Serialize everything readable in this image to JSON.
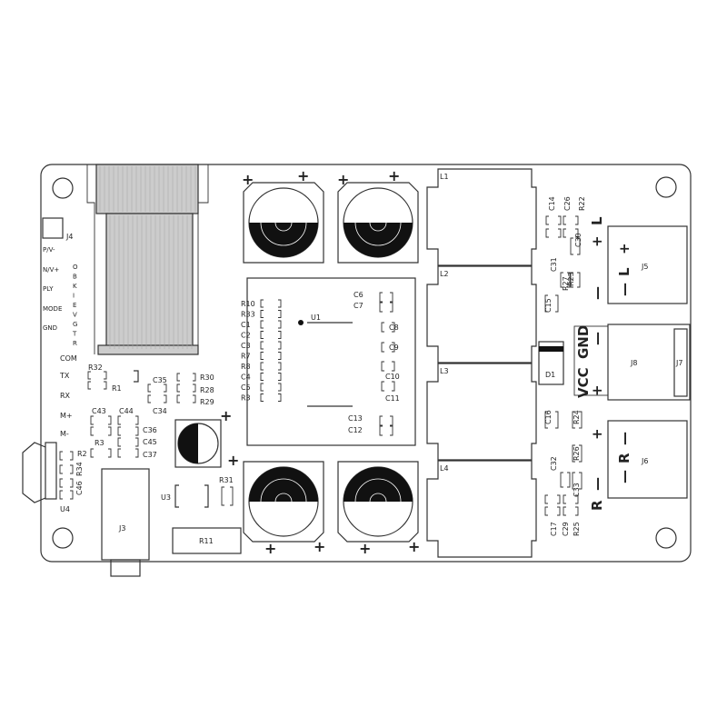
{
  "board": {
    "connectors": {
      "j4": "J4",
      "j3": "J3",
      "j5": "J5",
      "j6": "J6",
      "j7": "J7",
      "j8": "J8",
      "u4": "U4",
      "u3": "U3"
    },
    "j4_pins": [
      "P/V-",
      "N/V+",
      "PLY",
      "MODE",
      "GND"
    ],
    "ribbon_letters": [
      "O",
      "B",
      "K",
      "I",
      "E",
      "V",
      "G",
      "T",
      "R"
    ],
    "com_label": "COM",
    "left_io": [
      "TX",
      "RX",
      "M+",
      "M-"
    ],
    "ic": {
      "u1": "U1",
      "left_resistors": [
        "R10",
        "R33",
        "C1",
        "C2",
        "C3",
        "R7",
        "R8",
        "C4",
        "C5",
        "R3"
      ],
      "right_caps": [
        "C6",
        "C7",
        "C8",
        "C9",
        "C10",
        "C11",
        "C13",
        "C12"
      ]
    },
    "small_parts": {
      "r32": "R32",
      "r1": "R1",
      "c35": "C35",
      "c34": "C34",
      "r30": "R30",
      "r28": "R28",
      "r29": "R29",
      "c43": "C43",
      "c44": "C44",
      "c36": "C36",
      "c45": "C45",
      "c37": "C37",
      "r3": "R3",
      "r2": "R2",
      "r34": "R34",
      "c46": "C46",
      "r31": "R31",
      "r11": "R11",
      "d1": "D1"
    },
    "inductors": [
      "L1",
      "L2",
      "L3",
      "L4"
    ],
    "right_top_parts": [
      "C14",
      "C26",
      "R22"
    ],
    "right_top_parts2": [
      "C31",
      "C15",
      "R23",
      "R27",
      "C30"
    ],
    "right_bottom_parts": [
      "C16",
      "R24",
      "R26"
    ],
    "right_bottom_parts2": [
      "C32",
      "C33",
      "R25",
      "C17",
      "C29"
    ],
    "output_labels": {
      "left": "L",
      "right": "R",
      "plus": "+",
      "minus": "—"
    },
    "power_labels": {
      "vcc": "VCC",
      "gnd": "GND"
    }
  }
}
